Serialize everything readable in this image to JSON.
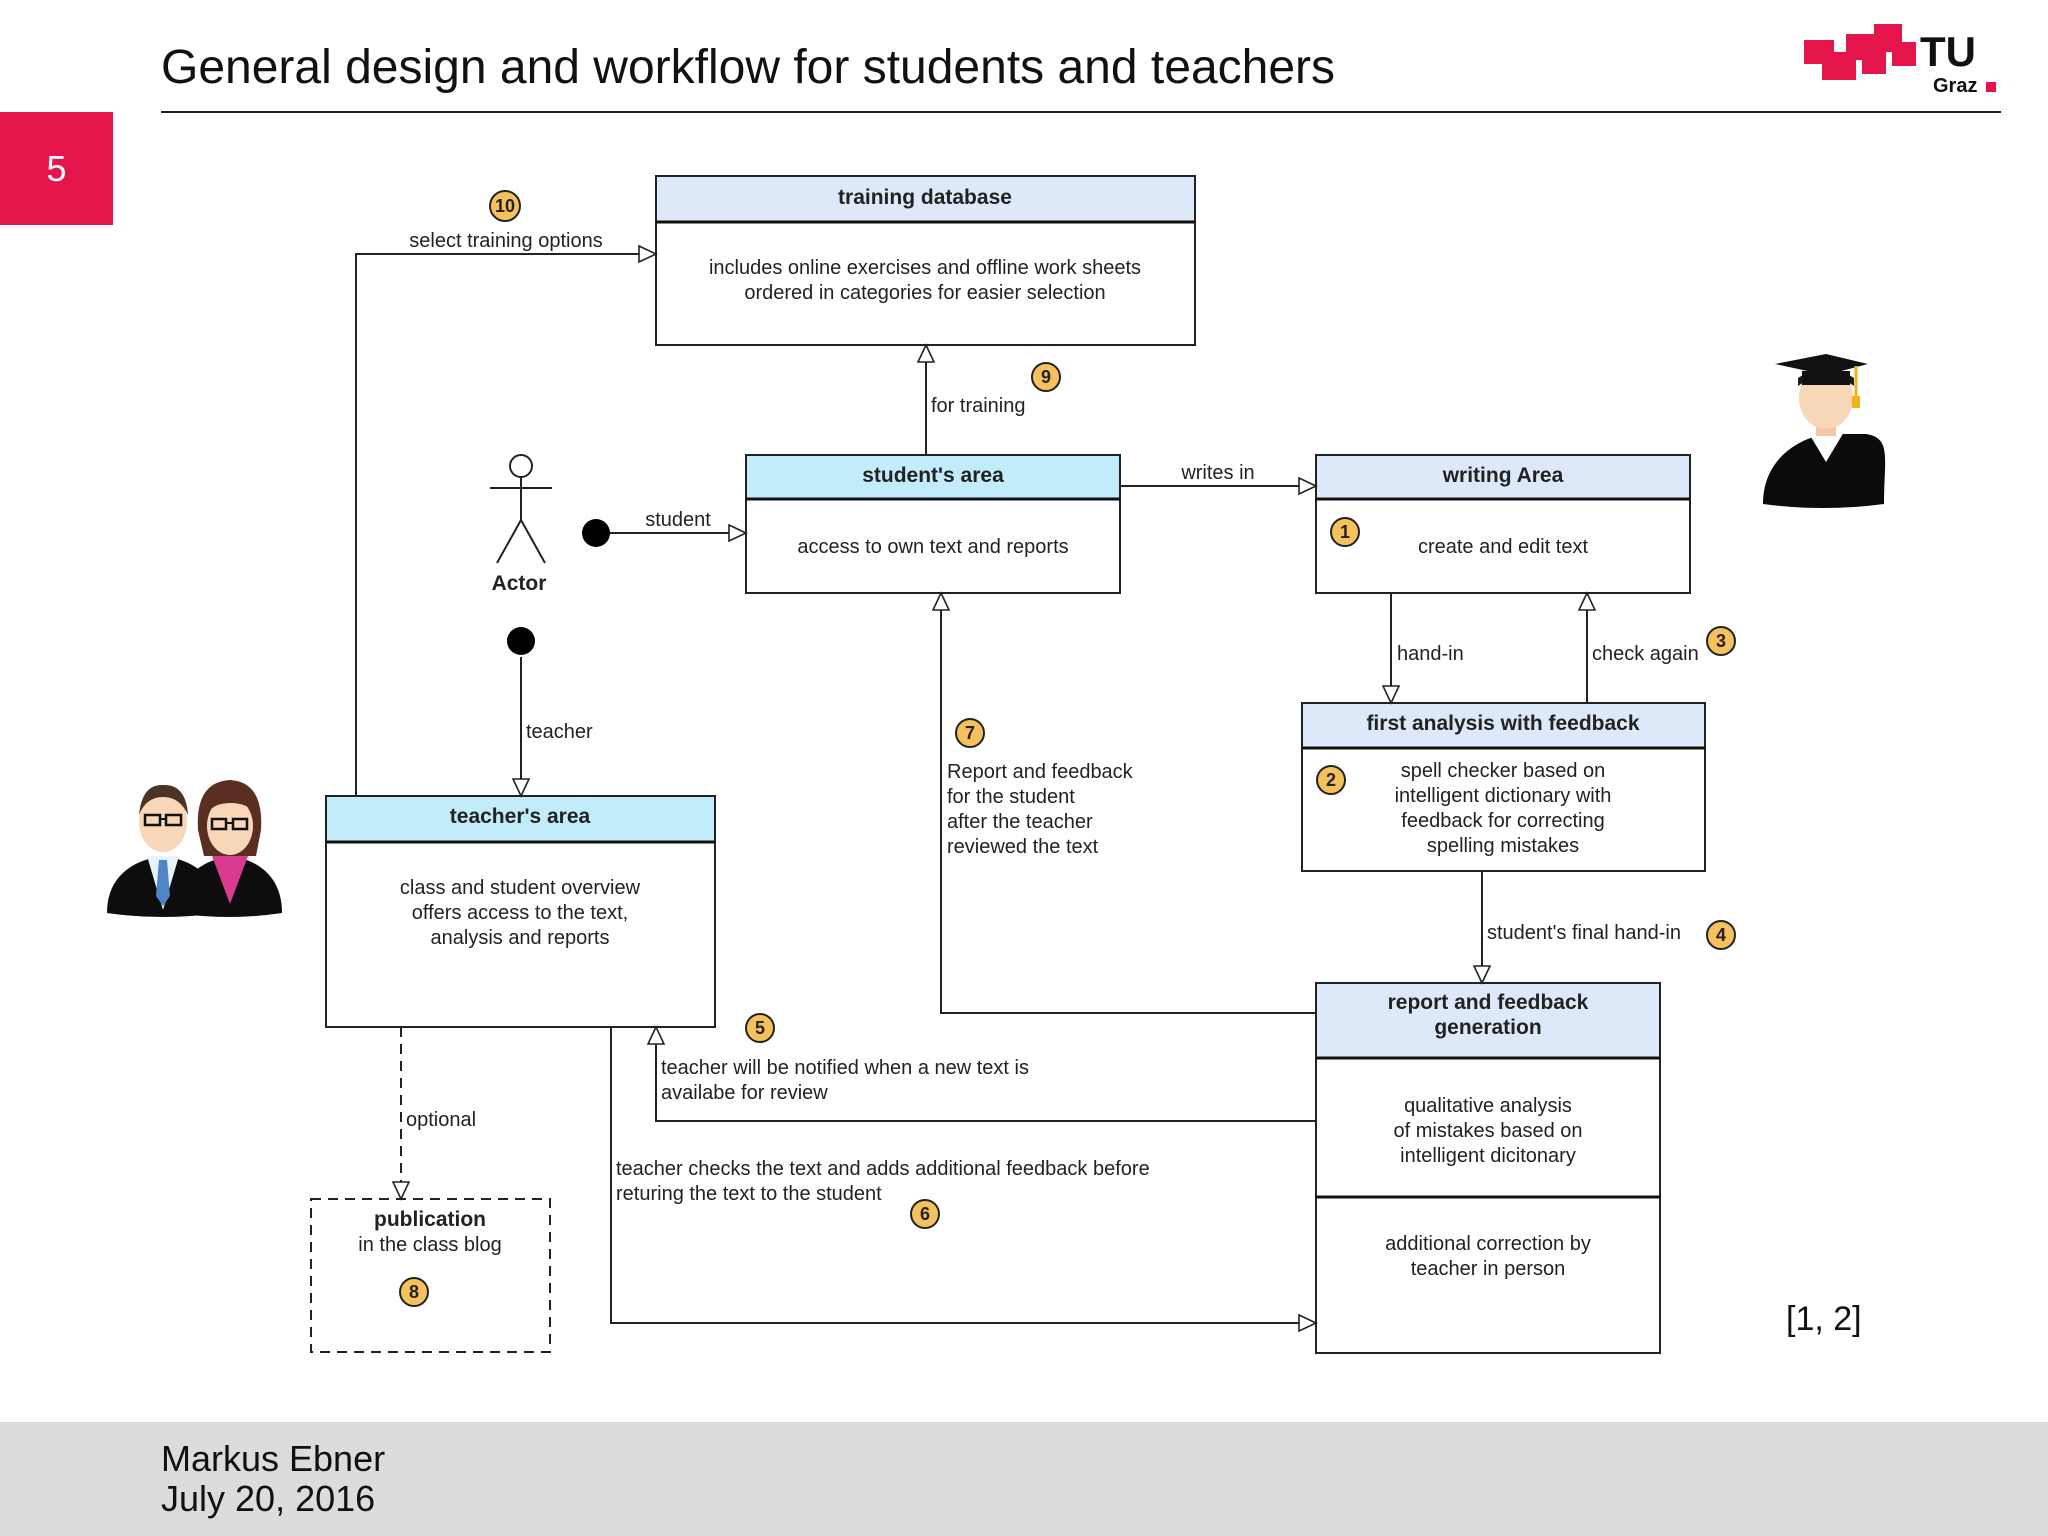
{
  "slide": {
    "title": "General design and workflow for students and teachers",
    "page_number": "5",
    "reference": "[1, 2]",
    "logo": {
      "line1": "TU",
      "line2": "Graz"
    }
  },
  "footer": {
    "author": "Markus Ebner",
    "date": "July 20, 2016"
  },
  "colors": {
    "accent": "#e4154b",
    "box_header_light": "#dde9f8",
    "box_header_cyan": "#c2ecf9",
    "badge_fill": "#f5c15c"
  },
  "icons": [
    "student-graduate-icon",
    "teachers-icon",
    "actor-stick-figure-icon"
  ],
  "diagram": {
    "boxes": {
      "training_db": {
        "title": "training database",
        "text": [
          "includes online exercises and offline work sheets",
          "ordered in categories for easier selection"
        ]
      },
      "students_area": {
        "title": "student's area",
        "text": [
          "access to own text and reports"
        ]
      },
      "writing_area": {
        "title": "writing Area",
        "text": [
          "create and edit text"
        ]
      },
      "first_analysis": {
        "title": "first analysis with feedback",
        "text": [
          "spell checker based on",
          "intelligent dictionary with",
          "feedback for correcting",
          "spelling mistakes"
        ]
      },
      "teachers_area": {
        "title": "teacher's area",
        "text": [
          "class and student overview",
          "offers access to the text,",
          "analysis and reports"
        ]
      },
      "report_generation": {
        "title": [
          "report and feedback",
          "generation"
        ],
        "text": [
          "qualitative analysis",
          "of mistakes based on",
          "intelligent dicitonary"
        ],
        "text2": [
          "additional correction by",
          "teacher in person"
        ]
      },
      "publication": {
        "title": "publication",
        "text": "in the class blog"
      }
    },
    "actor": {
      "label": "Actor"
    },
    "edge_labels": {
      "select_training": "select training options",
      "for_training": "for training",
      "student": "student",
      "writes_in": "writes in",
      "hand_in": "hand-in",
      "check_again": "check again",
      "teacher": "teacher",
      "final_hand_in": "student's final hand-in",
      "report_feedback": [
        "Report and feedback",
        "for the student",
        "after the teacher",
        "reviewed the text"
      ],
      "teacher_notified": [
        "teacher will be notified when a new text is",
        "availabe for review"
      ],
      "teacher_checks": [
        "teacher checks the text and adds additional feedback before",
        "returing the text to the student"
      ],
      "optional": "optional"
    },
    "badges": [
      "1",
      "2",
      "3",
      "4",
      "5",
      "6",
      "7",
      "8",
      "9",
      "10"
    ]
  }
}
